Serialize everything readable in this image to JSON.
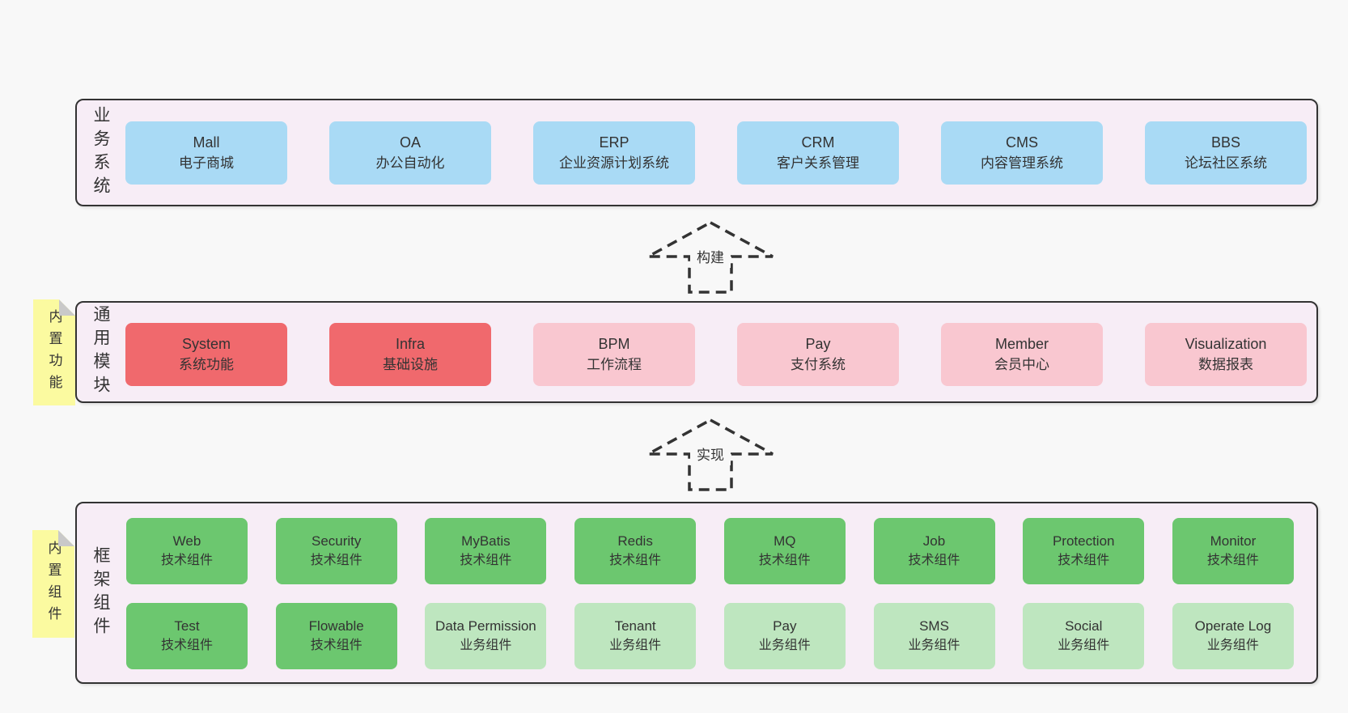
{
  "business": {
    "label": "业务系统",
    "items": [
      {
        "en": "Mall",
        "zh": "电子商城"
      },
      {
        "en": "OA",
        "zh": "办公自动化"
      },
      {
        "en": "ERP",
        "zh": "企业资源计划系统"
      },
      {
        "en": "CRM",
        "zh": "客户关系管理"
      },
      {
        "en": "CMS",
        "zh": "内容管理系统"
      },
      {
        "en": "BBS",
        "zh": "论坛社区系统"
      }
    ]
  },
  "arrows": [
    {
      "label": "构建"
    },
    {
      "label": "实现"
    }
  ],
  "modules": {
    "label": "通用模块",
    "tab": "内置功能",
    "items": [
      {
        "en": "System",
        "zh": "系统功能"
      },
      {
        "en": "Infra",
        "zh": "基础设施"
      },
      {
        "en": "BPM",
        "zh": "工作流程"
      },
      {
        "en": "Pay",
        "zh": "支付系统"
      },
      {
        "en": "Member",
        "zh": "会员中心"
      },
      {
        "en": "Visualization",
        "zh": "数据报表"
      }
    ]
  },
  "framework": {
    "label": "框架组件",
    "tab": "内置组件",
    "row1": [
      {
        "en": "Web",
        "zh": "技术组件"
      },
      {
        "en": "Security",
        "zh": "技术组件"
      },
      {
        "en": "MyBatis",
        "zh": "技术组件"
      },
      {
        "en": "Redis",
        "zh": "技术组件"
      },
      {
        "en": "MQ",
        "zh": "技术组件"
      },
      {
        "en": "Job",
        "zh": "技术组件"
      },
      {
        "en": "Protection",
        "zh": "技术组件"
      },
      {
        "en": "Monitor",
        "zh": "技术组件"
      }
    ],
    "row2": [
      {
        "en": "Test",
        "zh": "技术组件"
      },
      {
        "en": "Flowable",
        "zh": "技术组件"
      },
      {
        "en": "Data Permission",
        "zh": "业务组件"
      },
      {
        "en": "Tenant",
        "zh": "业务组件"
      },
      {
        "en": "Pay",
        "zh": "业务组件"
      },
      {
        "en": "SMS",
        "zh": "业务组件"
      },
      {
        "en": "Social",
        "zh": "业务组件"
      },
      {
        "en": "Operate Log",
        "zh": "业务组件"
      }
    ]
  },
  "colors": {
    "background": "#f8f8f8",
    "panel_fill": "#f7edf6",
    "panel_border": "#333333",
    "box_blue": "#a9daf5",
    "box_red": "#f0696d",
    "box_pink": "#f9c7d0",
    "box_green": "#6cc76f",
    "box_light_green": "#bee6bf",
    "note_yellow": "#fbfaa0",
    "note_fold_gray": "#c9c9c9",
    "text": "#333333"
  }
}
